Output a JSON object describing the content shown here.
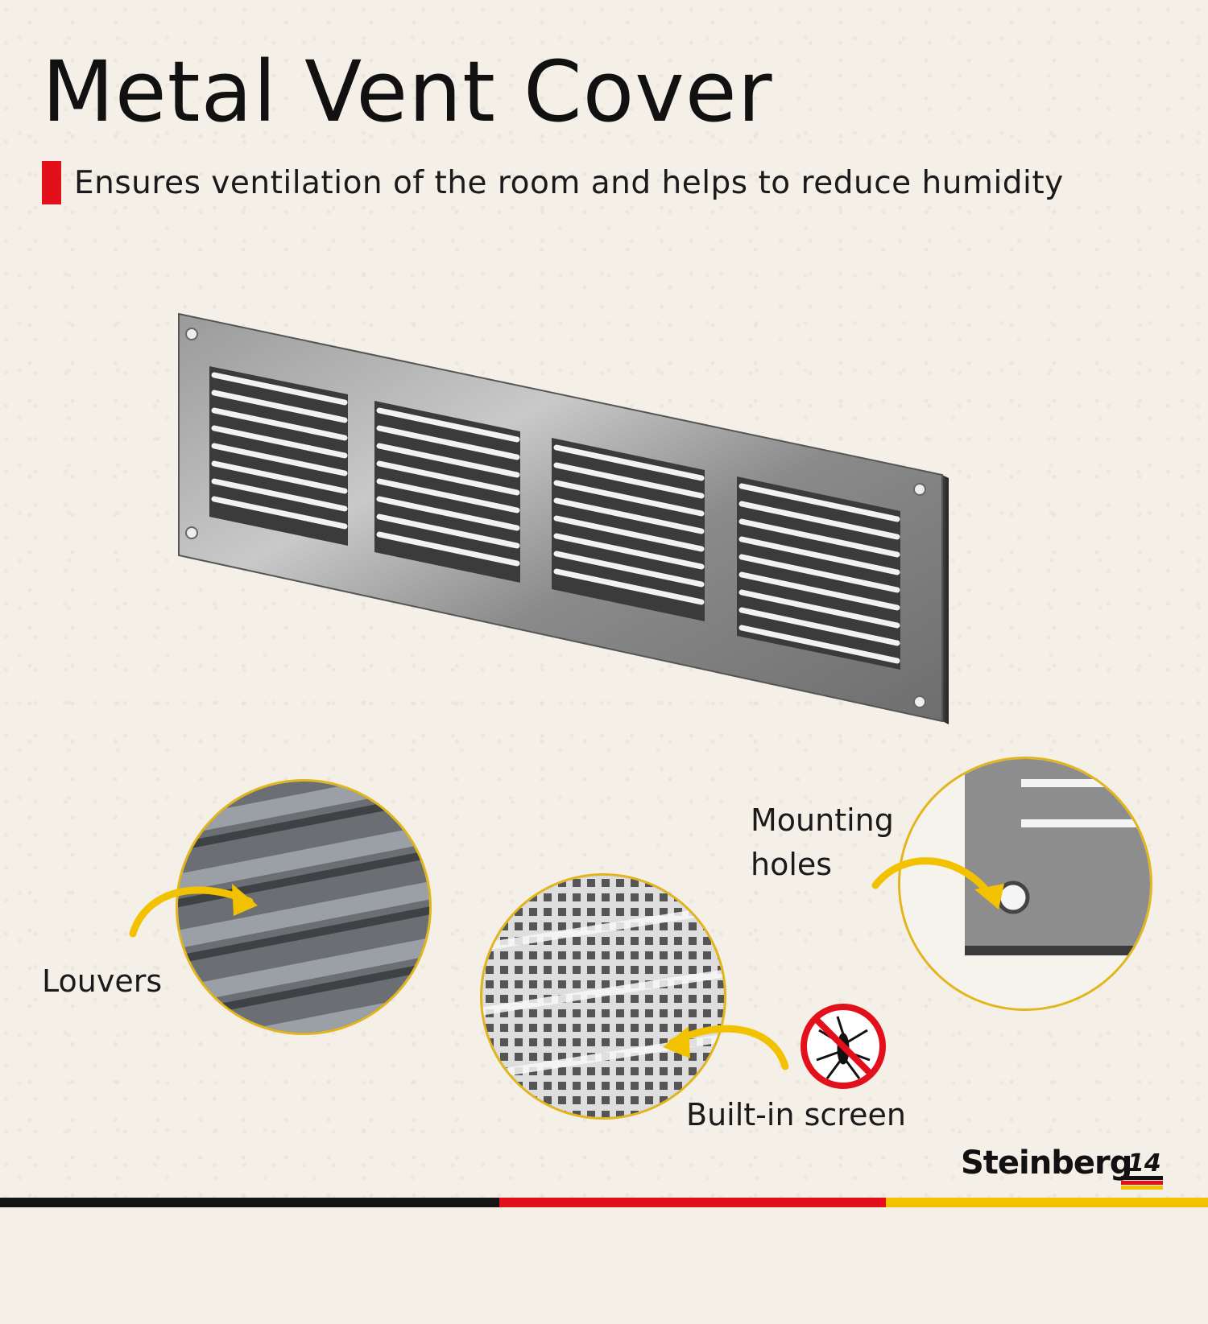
{
  "title": "Metal Vent Cover",
  "subtitle": "Ensures ventilation of the room and helps to reduce humidity",
  "callouts": {
    "louvers": "Louvers",
    "mounting_holes_line1": "Mounting",
    "mounting_holes_line2": "holes",
    "screen": "Built-in screen"
  },
  "brand": {
    "name": "Steinberg",
    "mark": "14"
  },
  "icons": {
    "no_mosquito": "no-mosquito-icon",
    "arrow": "curved-arrow-icon"
  },
  "colors": {
    "accent_red": "#e3101b",
    "accent_yellow": "#e2b51b",
    "background": "#f4f0e8",
    "metal": "#8c8c8c"
  }
}
